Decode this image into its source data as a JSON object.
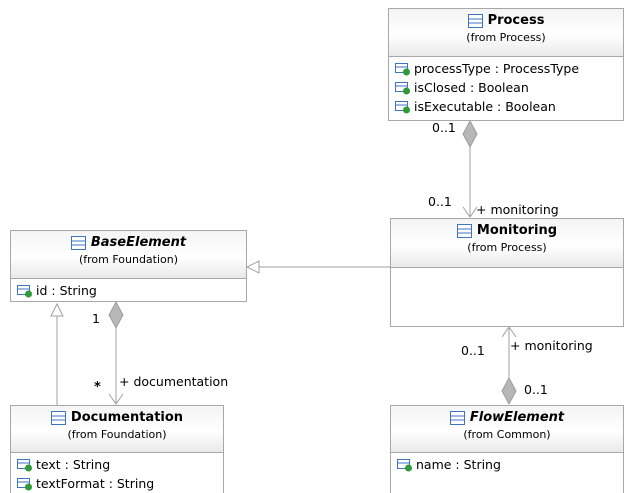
{
  "classes": {
    "process": {
      "name": "Process",
      "from": "(from Process)",
      "attributes": [
        "processType : ProcessType",
        "isClosed : Boolean",
        "isExecutable : Boolean"
      ]
    },
    "monitoring": {
      "name": "Monitoring",
      "from": "(from Process)"
    },
    "base_element": {
      "name": "BaseElement",
      "from": "(from Foundation)",
      "attributes": [
        "id : String"
      ]
    },
    "documentation": {
      "name": "Documentation",
      "from": "(from Foundation)",
      "attributes": [
        "text : String",
        "textFormat : String"
      ]
    },
    "flow_element": {
      "name": "FlowElement",
      "from": "(from Common)",
      "attributes": [
        "name : String"
      ]
    }
  },
  "associations": {
    "process_monitoring": {
      "source_multiplicity": "0..1",
      "target_multiplicity": "0..1",
      "target_role": "+ monitoring"
    },
    "base_documentation": {
      "source_multiplicity": "1",
      "target_multiplicity": "*",
      "target_role": "+ documentation"
    },
    "flow_monitoring": {
      "source_multiplicity": "0..1",
      "target_multiplicity": "0..1",
      "target_role": "+ monitoring"
    }
  },
  "colors": {
    "border": "#a8a8a8",
    "icon_blue": "#3f74c4",
    "icon_green": "#2f9a3a",
    "diamond": "#b7b7b7"
  }
}
